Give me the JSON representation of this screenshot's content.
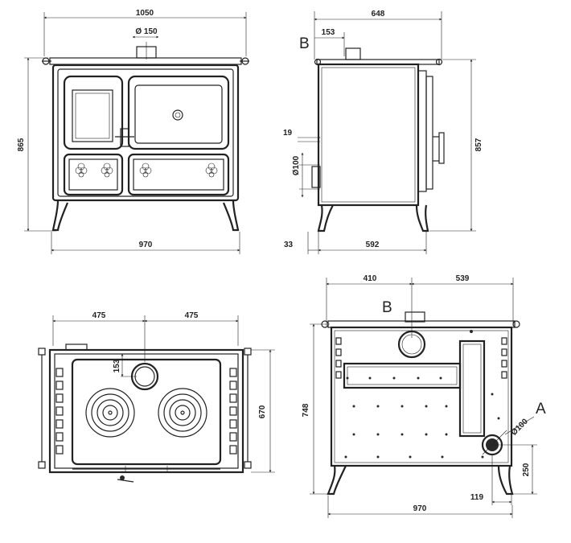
{
  "front_view": {
    "width_top": "1050",
    "flue_diameter": "Ø 150",
    "height": "865",
    "width_bottom": "970"
  },
  "side_view": {
    "marker": "B",
    "depth": "648",
    "flue_offset": "153",
    "height": "857",
    "dim_19": "19",
    "inlet_diameter": "Ø100",
    "leg_offset": "33",
    "body_depth": "592"
  },
  "top_view": {
    "left_half": "475",
    "right_half": "475",
    "flue_offset": "153",
    "depth": "670"
  },
  "rear_view": {
    "width_left": "410",
    "width_right": "539",
    "marker_b": "B",
    "marker_a": "A",
    "outlet_diameter": "Ø100",
    "height": "748",
    "outlet_height": "250",
    "outlet_offset": "119",
    "width_bottom": "970"
  }
}
